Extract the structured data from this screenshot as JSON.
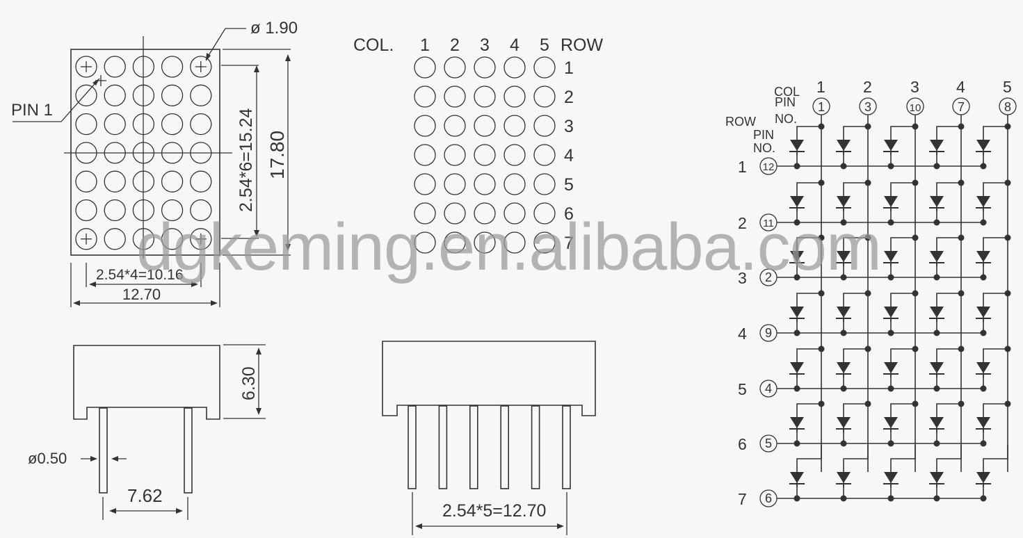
{
  "front_view": {
    "dot_diameter_label": "ø 1.90",
    "pin1_label": "PIN 1",
    "row_pitch_label": "2.54*6=15.24",
    "height_label": "17.80",
    "col_pitch_label": "2.54*4=10.16",
    "width_label": "12.70",
    "cols": 5,
    "rows": 7
  },
  "layout_view": {
    "col_header": "COL.",
    "row_header": "ROW",
    "col_numbers": [
      "1",
      "2",
      "3",
      "4",
      "5"
    ],
    "row_numbers": [
      "1",
      "2",
      "3",
      "4",
      "5",
      "6",
      "7"
    ]
  },
  "side_view_left": {
    "height_label": "6.30",
    "pin_diameter_label": "ø0.50",
    "pin_spacing_label": "7.62"
  },
  "side_view_front": {
    "pin_count": 6,
    "pin_span_label": "2.54*5=12.70"
  },
  "schematic": {
    "col_label": "COL",
    "col_pin_label_1": "PIN",
    "col_pin_label_2": "NO.",
    "row_label": "ROW",
    "row_pin_label_1": "PIN",
    "row_pin_label_2": "NO.",
    "columns": [
      {
        "col": "1",
        "pin": "1"
      },
      {
        "col": "2",
        "pin": "3"
      },
      {
        "col": "3",
        "pin": "10"
      },
      {
        "col": "4",
        "pin": "7"
      },
      {
        "col": "5",
        "pin": "8"
      }
    ],
    "rows": [
      {
        "row": "1",
        "pin": "12"
      },
      {
        "row": "2",
        "pin": "11"
      },
      {
        "row": "3",
        "pin": "2"
      },
      {
        "row": "4",
        "pin": "9"
      },
      {
        "row": "5",
        "pin": "4"
      },
      {
        "row": "6",
        "pin": "5"
      },
      {
        "row": "7",
        "pin": "6"
      }
    ]
  },
  "watermark": "dgkeming.en.alibaba.com",
  "colors": {
    "ink": "#333333",
    "paper": "#f7f7f5",
    "watermark": "#9a9a9a"
  }
}
